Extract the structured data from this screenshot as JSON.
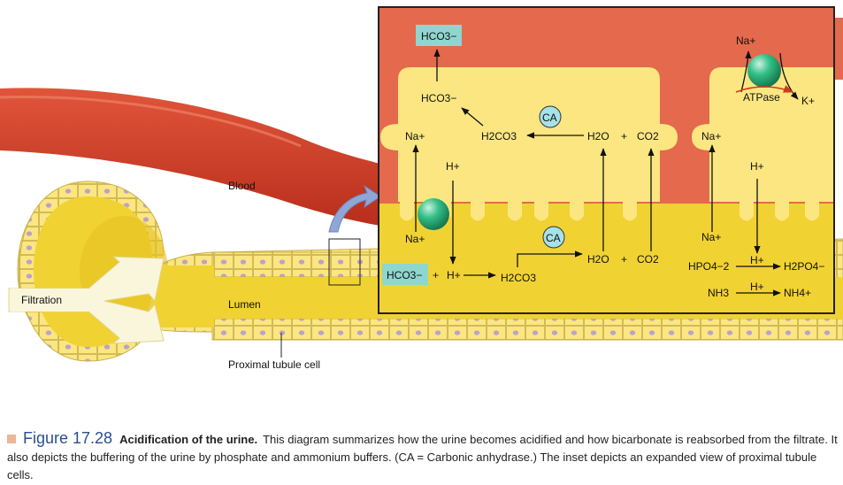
{
  "labels": {
    "blood": "Blood",
    "lumen": "Lumen",
    "filtration": "Filtration",
    "proximal_tubule_cell": "Proximal tubule cell"
  },
  "inset": {
    "hco3_blood": "HCO3−",
    "hco3_cell": "HCO3−",
    "na_left_top": "Na+",
    "na_left_bottom": "Na+",
    "h2co3_cell": "H2CO3",
    "ca_top": "CA",
    "h2o_top": "H2O",
    "plus_top": "+",
    "co2_top": "CO2",
    "h_cell": "H+",
    "ca_bottom": "CA",
    "h2o_bottom": "H2O",
    "plus_bottom": "+",
    "co2_bottom": "CO2",
    "hco3_lumen": "HCO3−",
    "plus_lumen": "+",
    "h_lumen": "H+",
    "h2co3_lumen": "H2CO3",
    "na_right_blood": "Na+",
    "atpase": "ATPase",
    "k_right": "K+",
    "na_right_top": "Na+",
    "h_right_cell": "H+",
    "na_right_bottom": "Na+",
    "hpo4": "HPO4−2",
    "h_hpo4": "H+",
    "h2po4": "H2PO4−",
    "nh3": "NH3",
    "h_nh3": "H+",
    "nh4": "NH4+"
  },
  "caption": {
    "figure_number": "Figure 17.28",
    "title": "Acidification of the urine.",
    "text": "This diagram summarizes how the urine becomes acidified and how bicarbonate is reabsorbed from the filtrate. It also depicts the buffering of the urine by phosphate and ammonium buffers. (CA = Carbonic anhydrase.) The inset depicts an expanded view of proximal tubule cells."
  },
  "colors": {
    "blood": "#d8442a",
    "blood_field": "#e4694d",
    "cell_yellow": "#fbe681",
    "lumen_yellow": "#f1d233",
    "hco3_box": "#8fd6cf",
    "ca_circle": "#a7e1ea",
    "pump": "#2fb57c",
    "caption_number": "#2a4f8f"
  }
}
